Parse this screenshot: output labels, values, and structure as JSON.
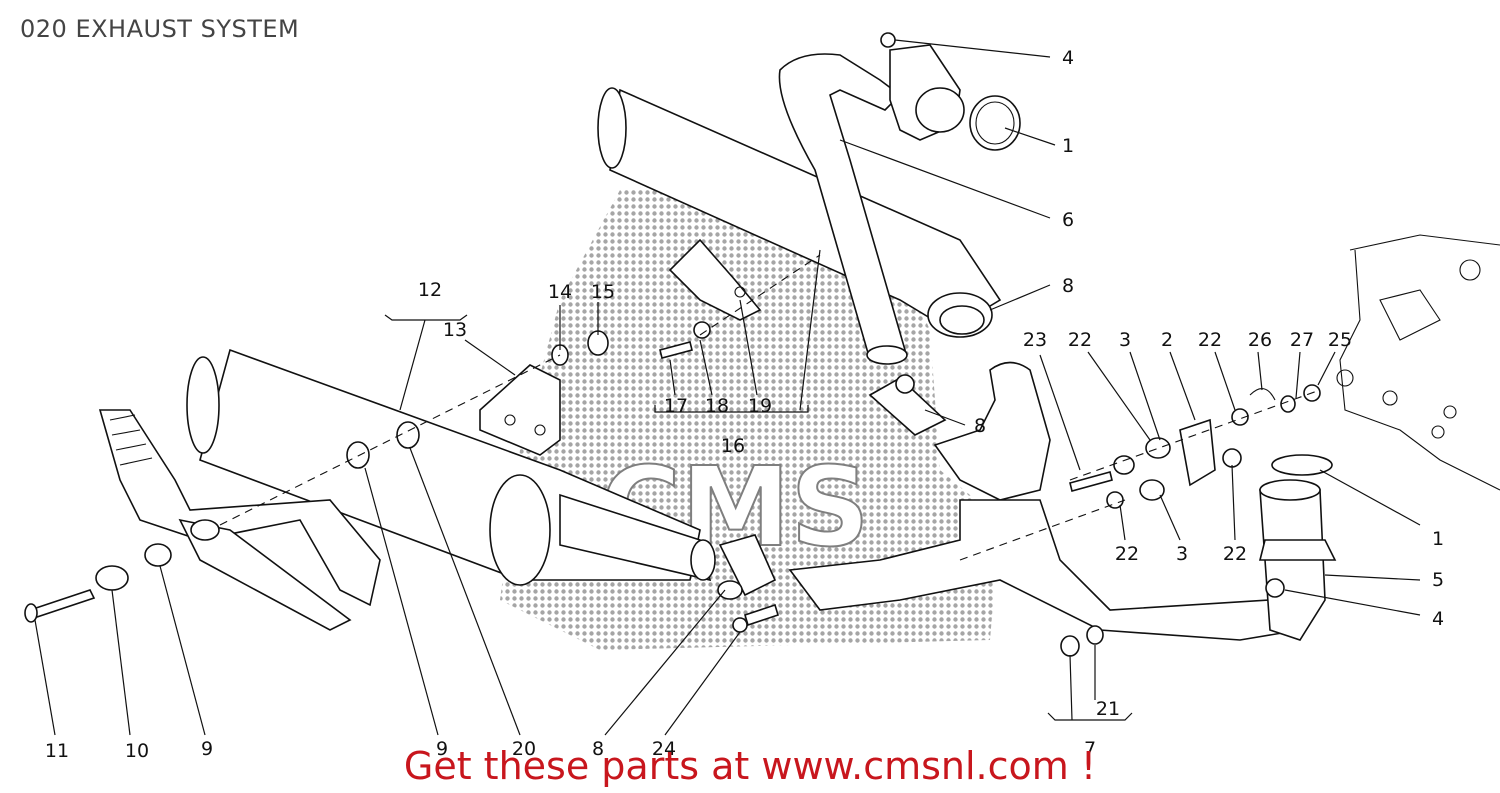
{
  "title": "020 EXHAUST SYSTEM",
  "promo": "Get these parts at www.cmsnl.com !",
  "colors": {
    "promo": "#c8161d",
    "title": "#444444",
    "linework": "#111111"
  },
  "watermark": "CMS",
  "callouts": [
    "4",
    "1",
    "6",
    "8",
    "12",
    "13",
    "14",
    "15",
    "17",
    "18",
    "19",
    "16",
    "8",
    "23",
    "22",
    "3",
    "2",
    "22",
    "26",
    "27",
    "25",
    "22",
    "3",
    "22",
    "1",
    "5",
    "4",
    "21",
    "7",
    "11",
    "10",
    "9",
    "9",
    "20",
    "8",
    "24"
  ]
}
